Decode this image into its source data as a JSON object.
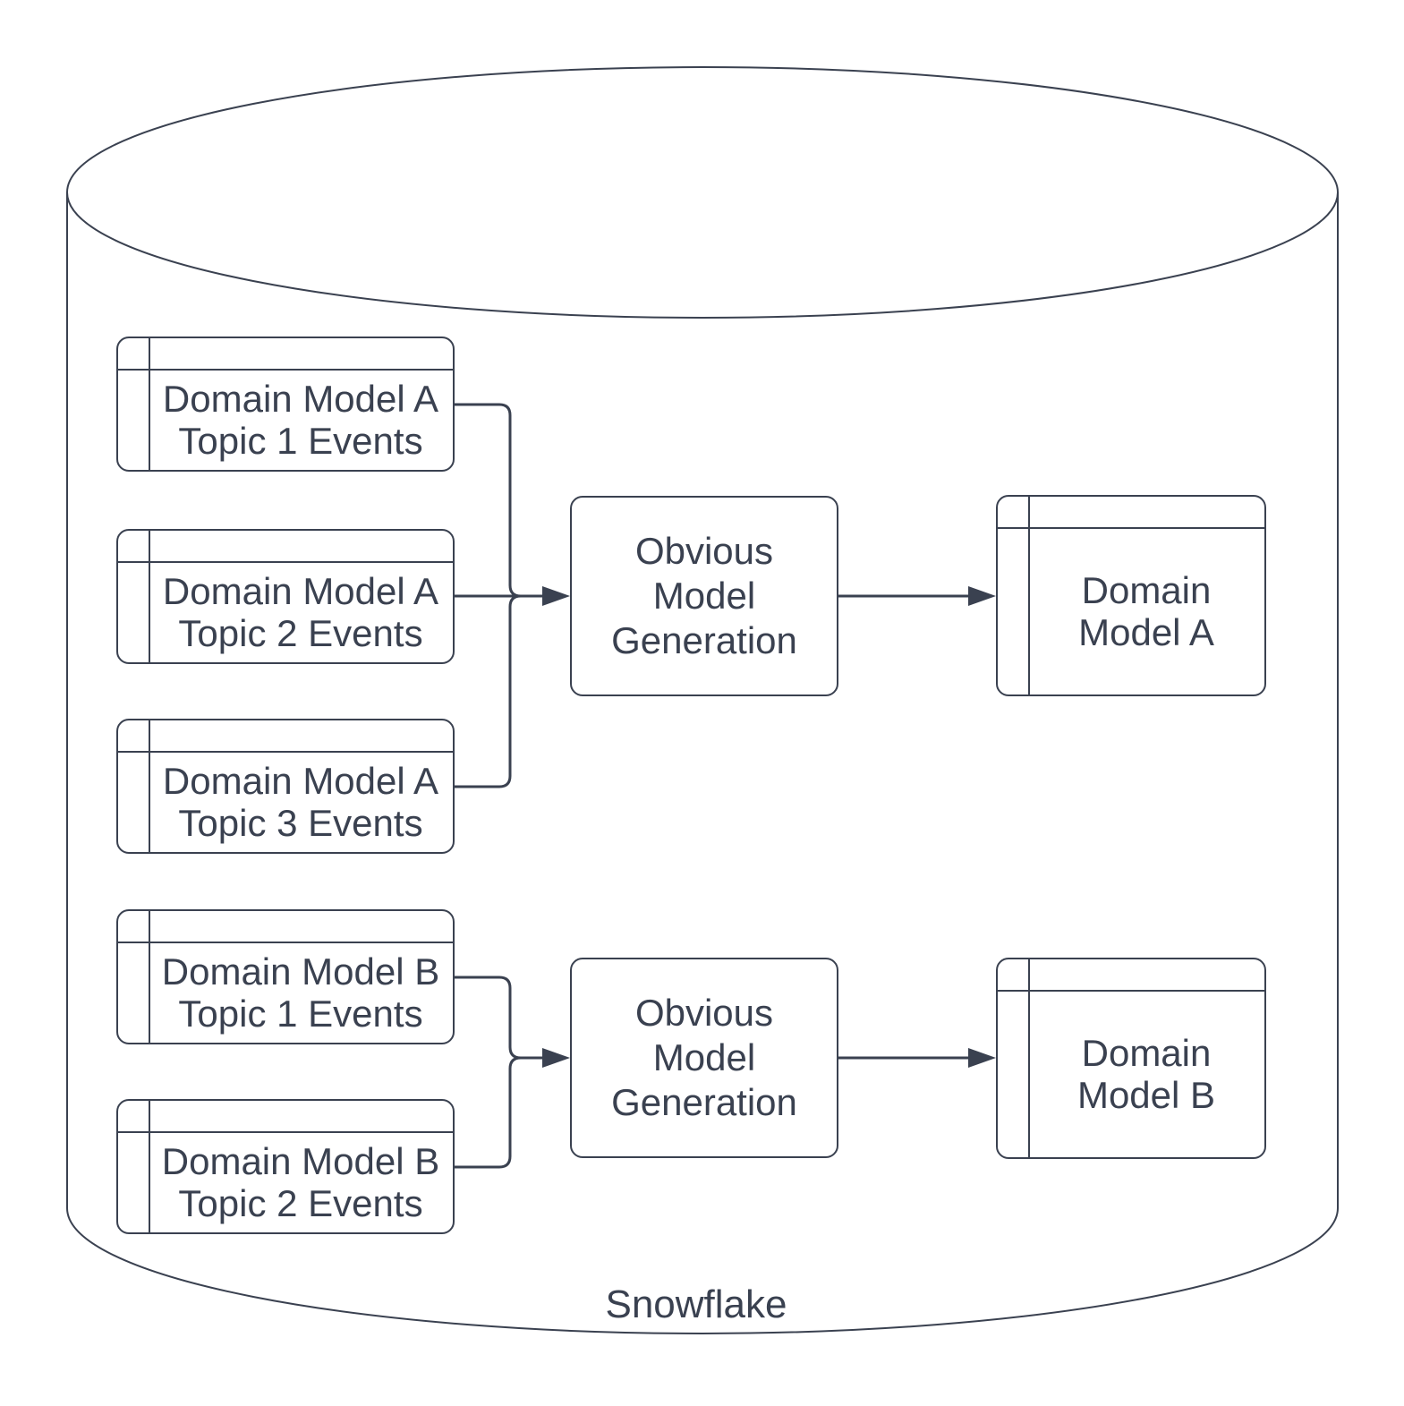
{
  "diagram": {
    "container": {
      "label": "Snowflake"
    },
    "colors": {
      "stroke": "#3a4150",
      "background": "#ffffff"
    },
    "cluster_a": {
      "sources": [
        "Domain Model A\nTopic 1 Events",
        "Domain Model A\nTopic 2 Events",
        "Domain Model A\nTopic 3 Events"
      ],
      "process": "Obvious\nModel\nGeneration",
      "output": "Domain\nModel A"
    },
    "cluster_b": {
      "sources": [
        "Domain Model B\nTopic 1 Events",
        "Domain Model B\nTopic 2 Events"
      ],
      "process": "Obvious\nModel\nGeneration",
      "output": "Domain\nModel B"
    }
  }
}
